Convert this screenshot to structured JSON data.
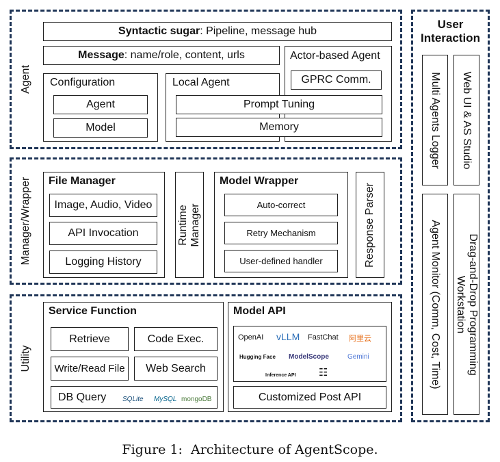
{
  "agent": {
    "side_label": "Agent",
    "syntactic_prefix": "Syntactic sugar",
    "syntactic_rest": ": Pipeline, message hub",
    "message_prefix": "Message",
    "message_rest": ": name/role, content, urls",
    "actor_title": "Actor-based Agent",
    "gprc": "GPRC Comm.",
    "configuration": {
      "title": "Configuration",
      "items": [
        "Agent",
        "Model"
      ]
    },
    "local_agent": {
      "title": "Local Agent",
      "items": [
        "Prompt Tuning",
        "Memory"
      ]
    }
  },
  "manager": {
    "side_label": "Manager/Wrapper",
    "file_manager": {
      "title": "File Manager",
      "items": [
        "Image, Audio, Video",
        "API Invocation",
        "Logging History"
      ]
    },
    "runtime": [
      "Runtime",
      "Manager"
    ],
    "model_wrapper": {
      "title": "Model Wrapper",
      "items": [
        "Auto-correct",
        "Retry Mechanism",
        "User-defined handler"
      ]
    },
    "response_parser": "Response Parser"
  },
  "utility": {
    "side_label": "Utility",
    "service_function": {
      "title": "Service Function",
      "items": [
        "Retrieve",
        "Code Exec.",
        "Write/Read File",
        "Web Search"
      ],
      "db": "DB Query",
      "db_logos": [
        "SQLite",
        "MySQL",
        "mongoDB"
      ]
    },
    "model_api": {
      "title": "Model API",
      "logos": [
        "OpenAI",
        "vLLM",
        "FastChat",
        "阿里云",
        "Hugging Face",
        "ModelScope",
        "Gemini",
        "Inference API"
      ],
      "custom": "Customized Post API"
    }
  },
  "user_interaction": {
    "title": [
      "User",
      "Interaction"
    ],
    "items": [
      "Multi Agents Logger",
      "Web UI & AS Studio",
      "Agent Monitor (Comm, Cost, Time)"
    ],
    "drag_drop": [
      "Drag-and-Drop Programming",
      "Workstation"
    ]
  },
  "caption": "Figure 1:  Architecture of AgentScope."
}
